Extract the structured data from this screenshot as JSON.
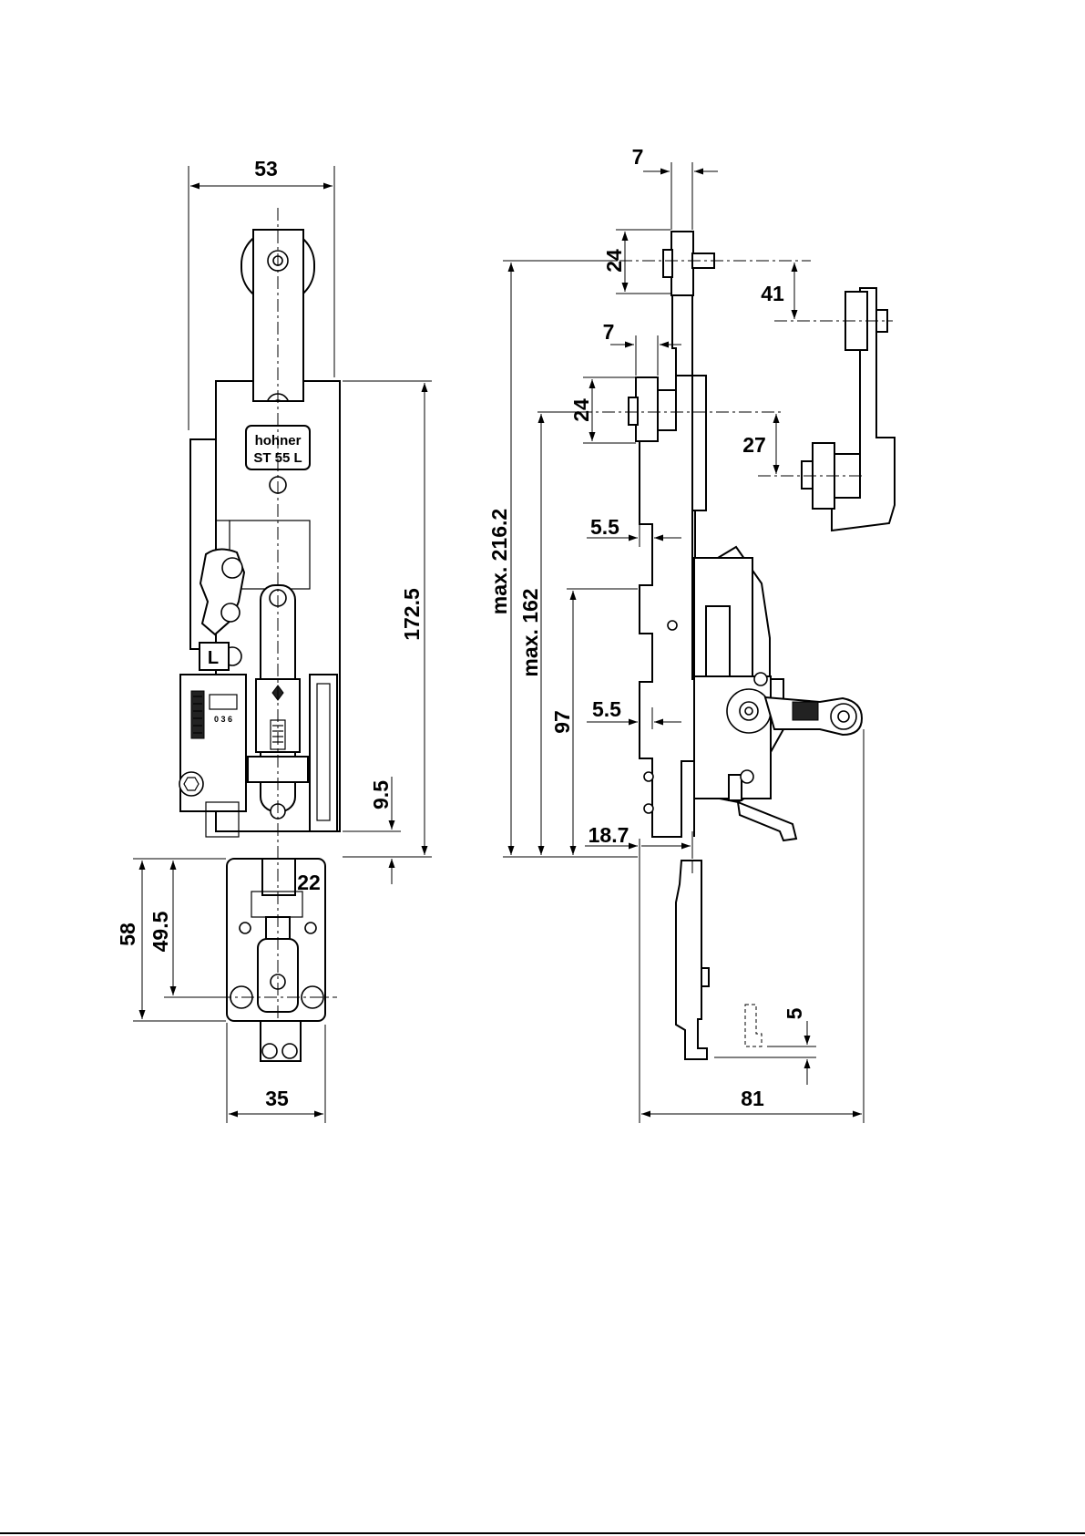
{
  "drawing": {
    "label_plate": {
      "brand": "hohner",
      "model": "ST 55 L"
    },
    "side_mark": "L",
    "slot_number": "22",
    "scale_digits": "0 3 6",
    "front_view": {
      "dims": {
        "width_top": "53",
        "height_total": "172.5",
        "offset_bottom": "9.5",
        "mount_height": "58",
        "hole_height": "49.5",
        "base_width": "35"
      }
    },
    "side_view": {
      "dims": {
        "roller_offset_top": "7",
        "roller_dia_top": "24",
        "travel_top": "41",
        "roller_offset_mid": "7",
        "roller_dia_mid": "24",
        "travel_mid": "27",
        "max_height_a": "max. 216.2",
        "max_height_b": "max. 162",
        "height_97": "97",
        "offset_upper": "5.5",
        "offset_lower": "5.5",
        "offset_bottom": "18.7",
        "step_5": "5",
        "depth_total": "81"
      }
    }
  }
}
